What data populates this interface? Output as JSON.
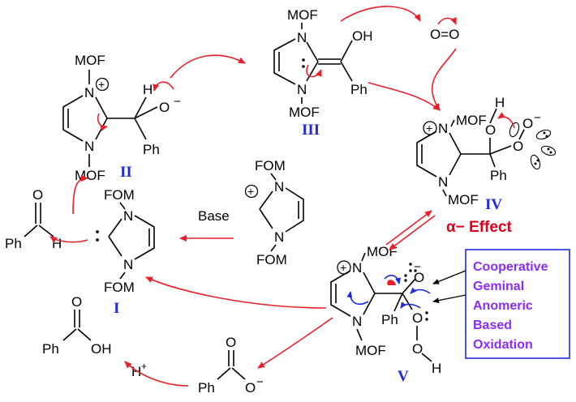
{
  "atoms": {
    "mof": "MOF",
    "fom": "FOM",
    "ph": "Ph",
    "oh": "OH",
    "o": "O",
    "h": "H",
    "n": "N",
    "o2": "O=O",
    "h_plus": "H",
    "plus_sup": "+",
    "minus": "−"
  },
  "labels": {
    "I": "I",
    "II": "II",
    "III": "III",
    "IV": "IV",
    "V": "V",
    "base": "Base",
    "alpha_effect": "α− Effect"
  },
  "box": {
    "lines": [
      "Cooperative",
      "Geminal",
      "Anomeric",
      "Based",
      "Oxidation"
    ]
  },
  "colors": {
    "arrow": "#e8202a",
    "roman_label": "#1f2bd8",
    "box_border": "#1f2bd8",
    "box_text": "#8b2cff",
    "alpha_text": "#e0001b"
  }
}
